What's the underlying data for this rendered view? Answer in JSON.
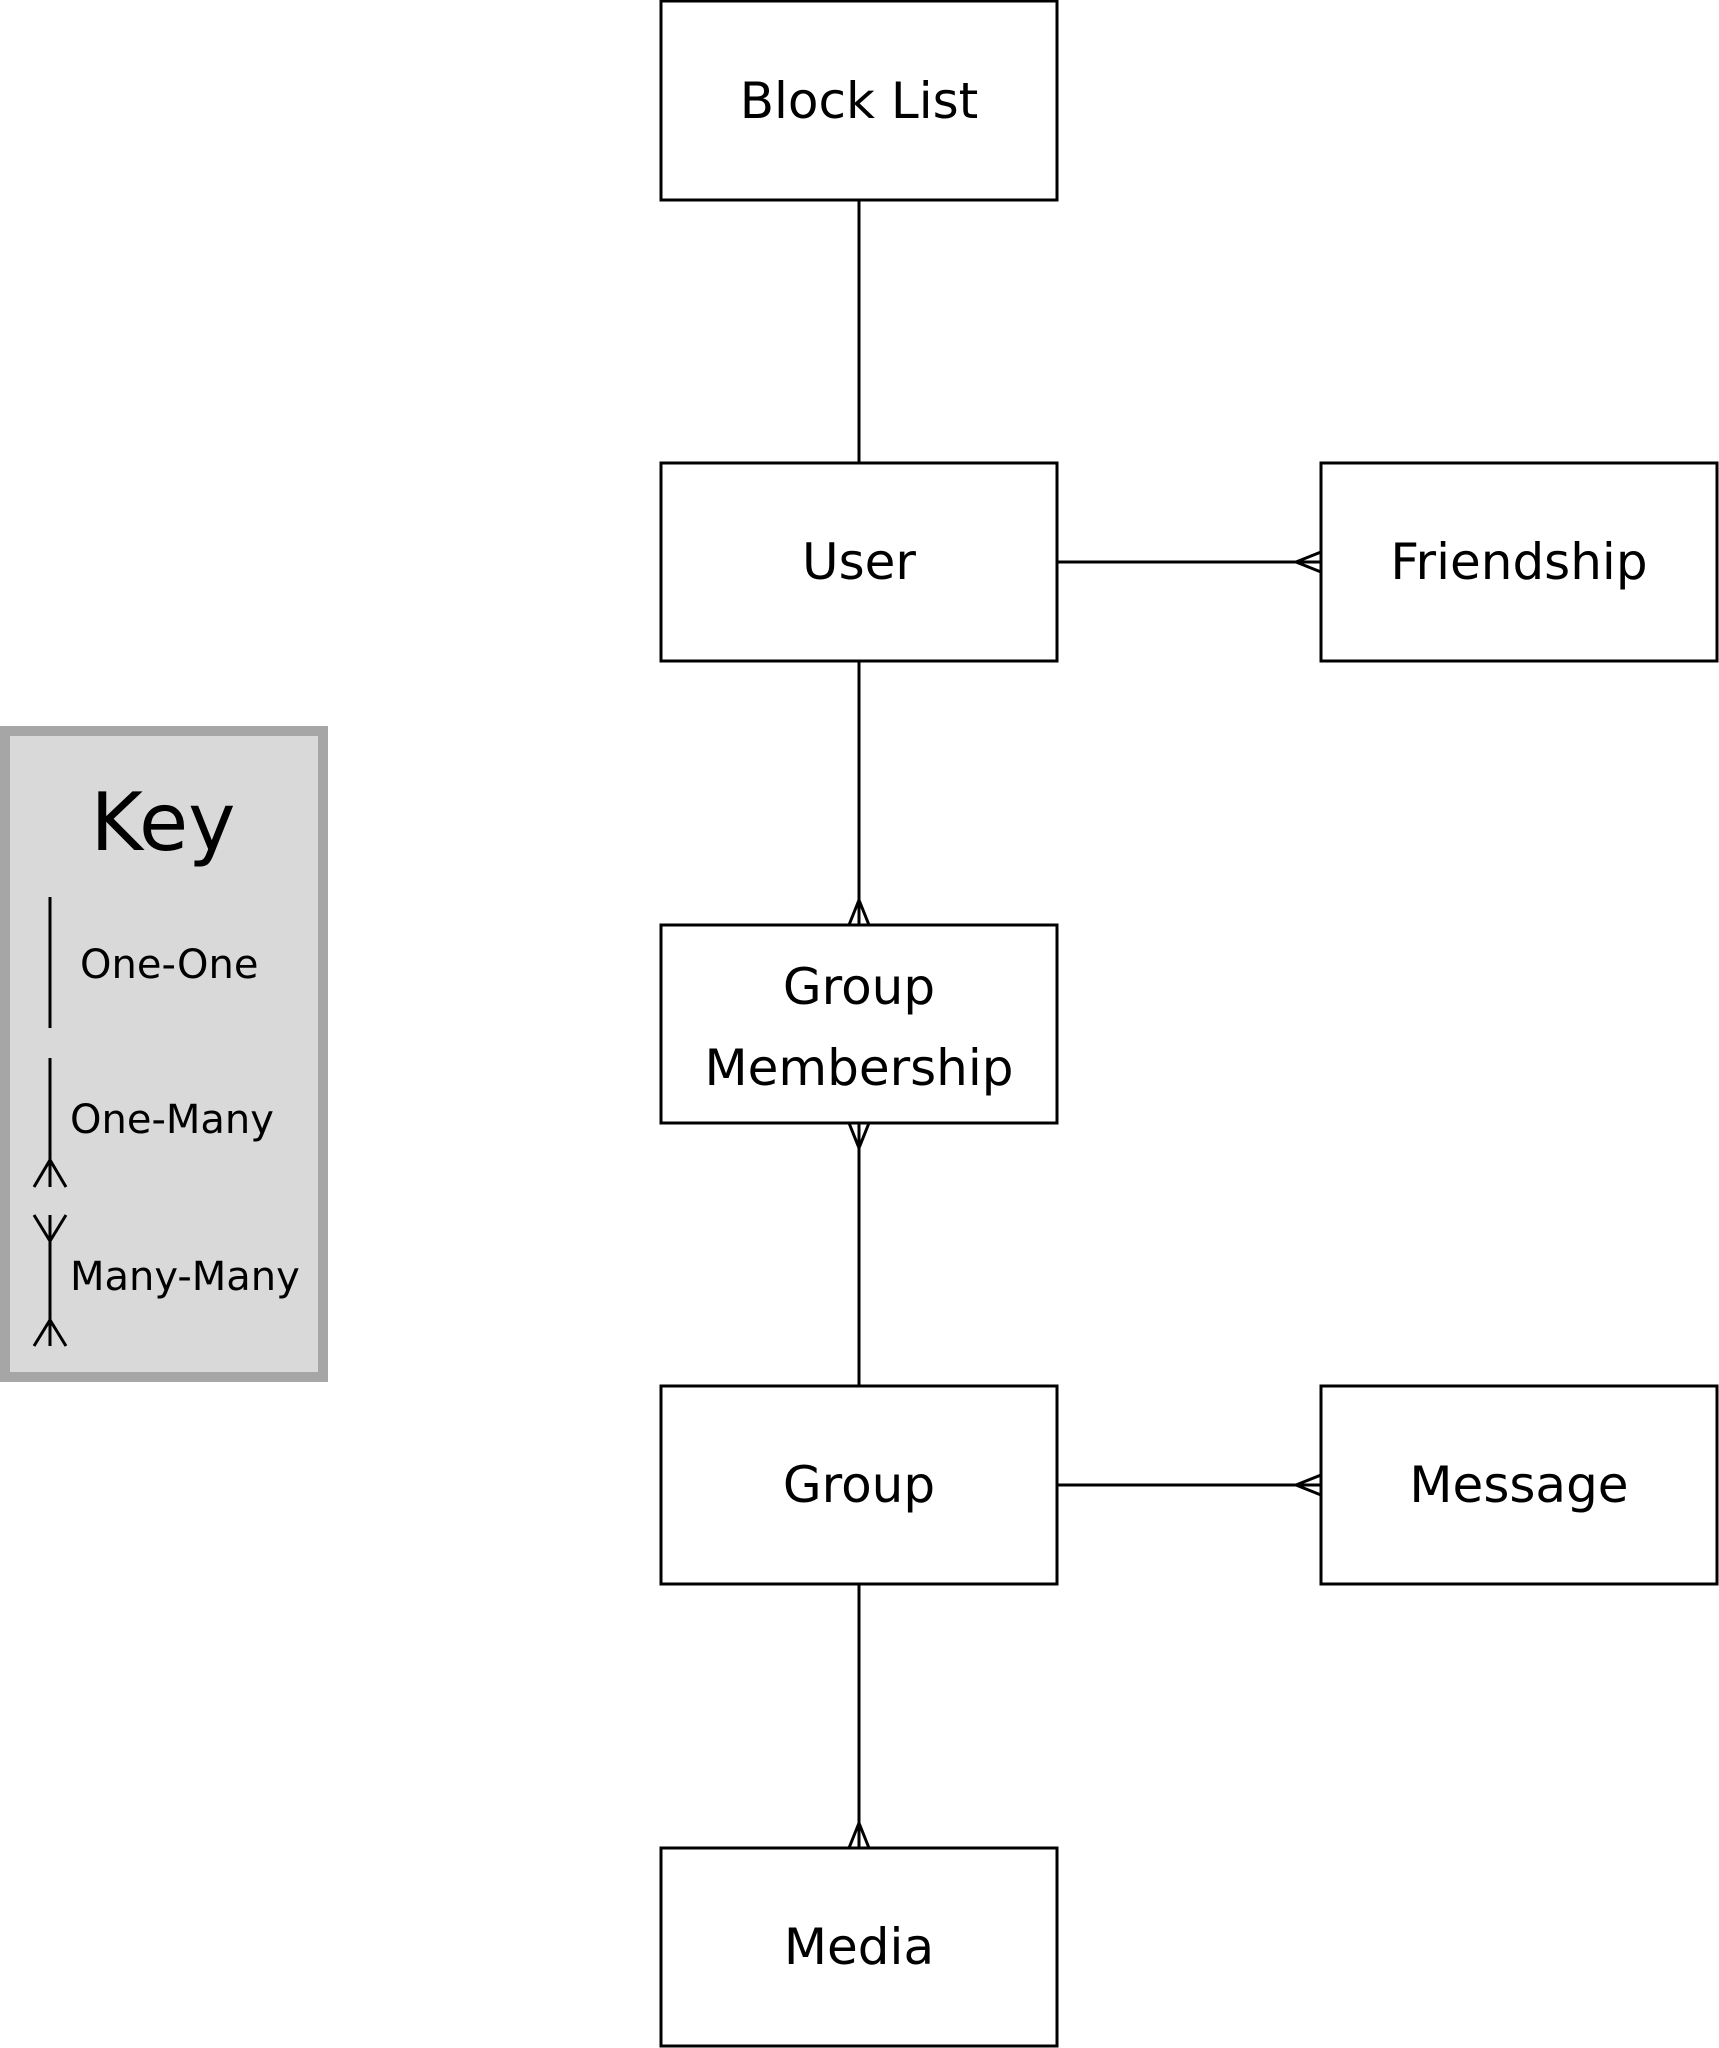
{
  "colors": {
    "line": "#000000",
    "box_fill": "#ffffff",
    "key_fill": "#d9d9d9",
    "key_border": "#a6a6a6"
  },
  "entities": {
    "block_list": "Block List",
    "user": "User",
    "friendship": "Friendship",
    "group_membership_line1": "Group",
    "group_membership_line2": "Membership",
    "group": "Group",
    "message": "Message",
    "media": "Media"
  },
  "relationships": [
    {
      "from": "Block List",
      "to": "User",
      "type": "one-one"
    },
    {
      "from": "User",
      "to": "Friendship",
      "type": "one-many"
    },
    {
      "from": "User",
      "to": "Group Membership",
      "type": "one-many"
    },
    {
      "from": "Group Membership",
      "to": "Group",
      "type": "many-one"
    },
    {
      "from": "Group",
      "to": "Message",
      "type": "one-many"
    },
    {
      "from": "Group",
      "to": "Media",
      "type": "one-many"
    }
  ],
  "key": {
    "title": "Key",
    "one_one": "One-One",
    "one_many": "One-Many",
    "many_many": "Many-Many"
  }
}
